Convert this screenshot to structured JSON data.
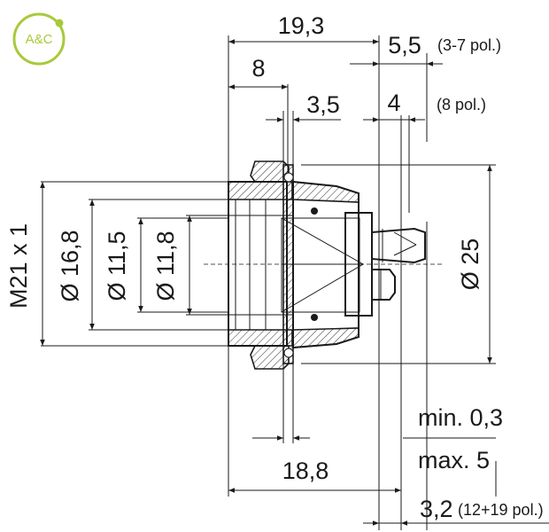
{
  "logo": {
    "text": "A&C",
    "color": "#a9c93b"
  },
  "dimensions": {
    "d19_3": "19,3",
    "d5_5": "5,5",
    "note_3_7": "(3-7 pol.)",
    "d8": "8",
    "d3_5": "3,5",
    "d4": "4",
    "note_8": "(8 pol.)",
    "m21": "M21 x 1",
    "d16_8": "Ø 16,8",
    "d11_5": "Ø 11,5",
    "d11_8": "Ø 11,8",
    "d25": "Ø 25",
    "min03": "min. 0,3",
    "max5": "max. 5",
    "d18_8": "18,8",
    "d3_2": "3,2",
    "note_12_19": "(12+19 pol.)"
  }
}
